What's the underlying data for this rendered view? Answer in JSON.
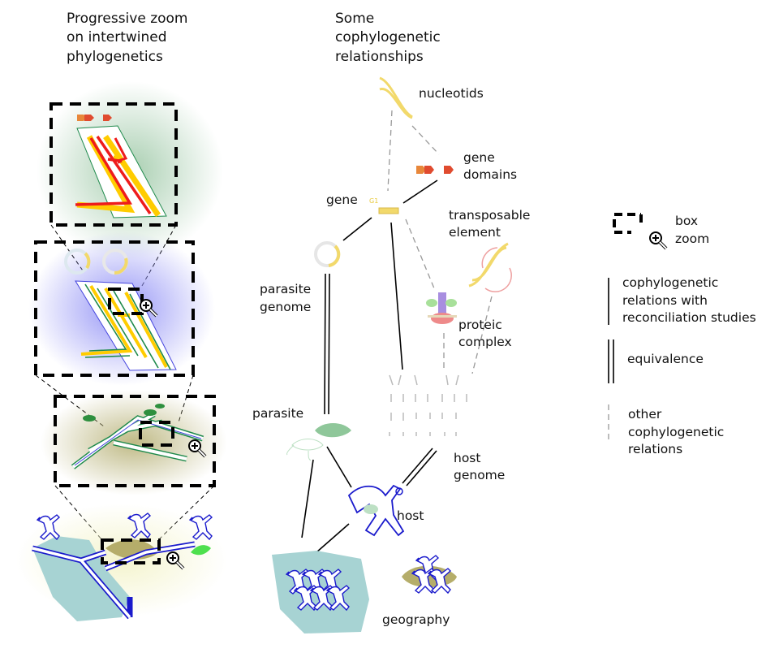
{
  "left_title": [
    "Progressive zoom",
    "on intertwined",
    "phylogenetics"
  ],
  "center_title": [
    "Some",
    "cophylogenetic",
    "relationships"
  ],
  "nodes": {
    "nucleotids": [
      "nucleotids"
    ],
    "gene_domains": [
      "gene",
      "domains"
    ],
    "gene": [
      "gene"
    ],
    "gene_tag": "G1",
    "transposable_element": [
      "transposable",
      "element"
    ],
    "parasite_genome": [
      "parasite",
      "genome"
    ],
    "proteic_complex": [
      "proteic",
      "complex"
    ],
    "parasite": [
      "parasite"
    ],
    "host_genome": [
      "host",
      "genome"
    ],
    "host": [
      "host"
    ],
    "geography": [
      "geography"
    ]
  },
  "legend": {
    "box_zoom": [
      "box",
      "zoom"
    ],
    "reconciliation": [
      "cophylogenetic",
      "relations with",
      "reconciliation studies"
    ],
    "equivalence": [
      "equivalence"
    ],
    "other": [
      "other",
      "cophylogenetic",
      "relations"
    ]
  },
  "colors": {
    "gene_yellow": "#f2d96b",
    "tree_red": "#ee1c1c",
    "tree_orange": "#ffcc00",
    "tree_green": "#1f8a4c",
    "host_blue": "#1a1acc",
    "geo_teal": "#a7d3d3",
    "geo_olive": "#b5ad6a",
    "parasite_green": "#8fc79a"
  }
}
